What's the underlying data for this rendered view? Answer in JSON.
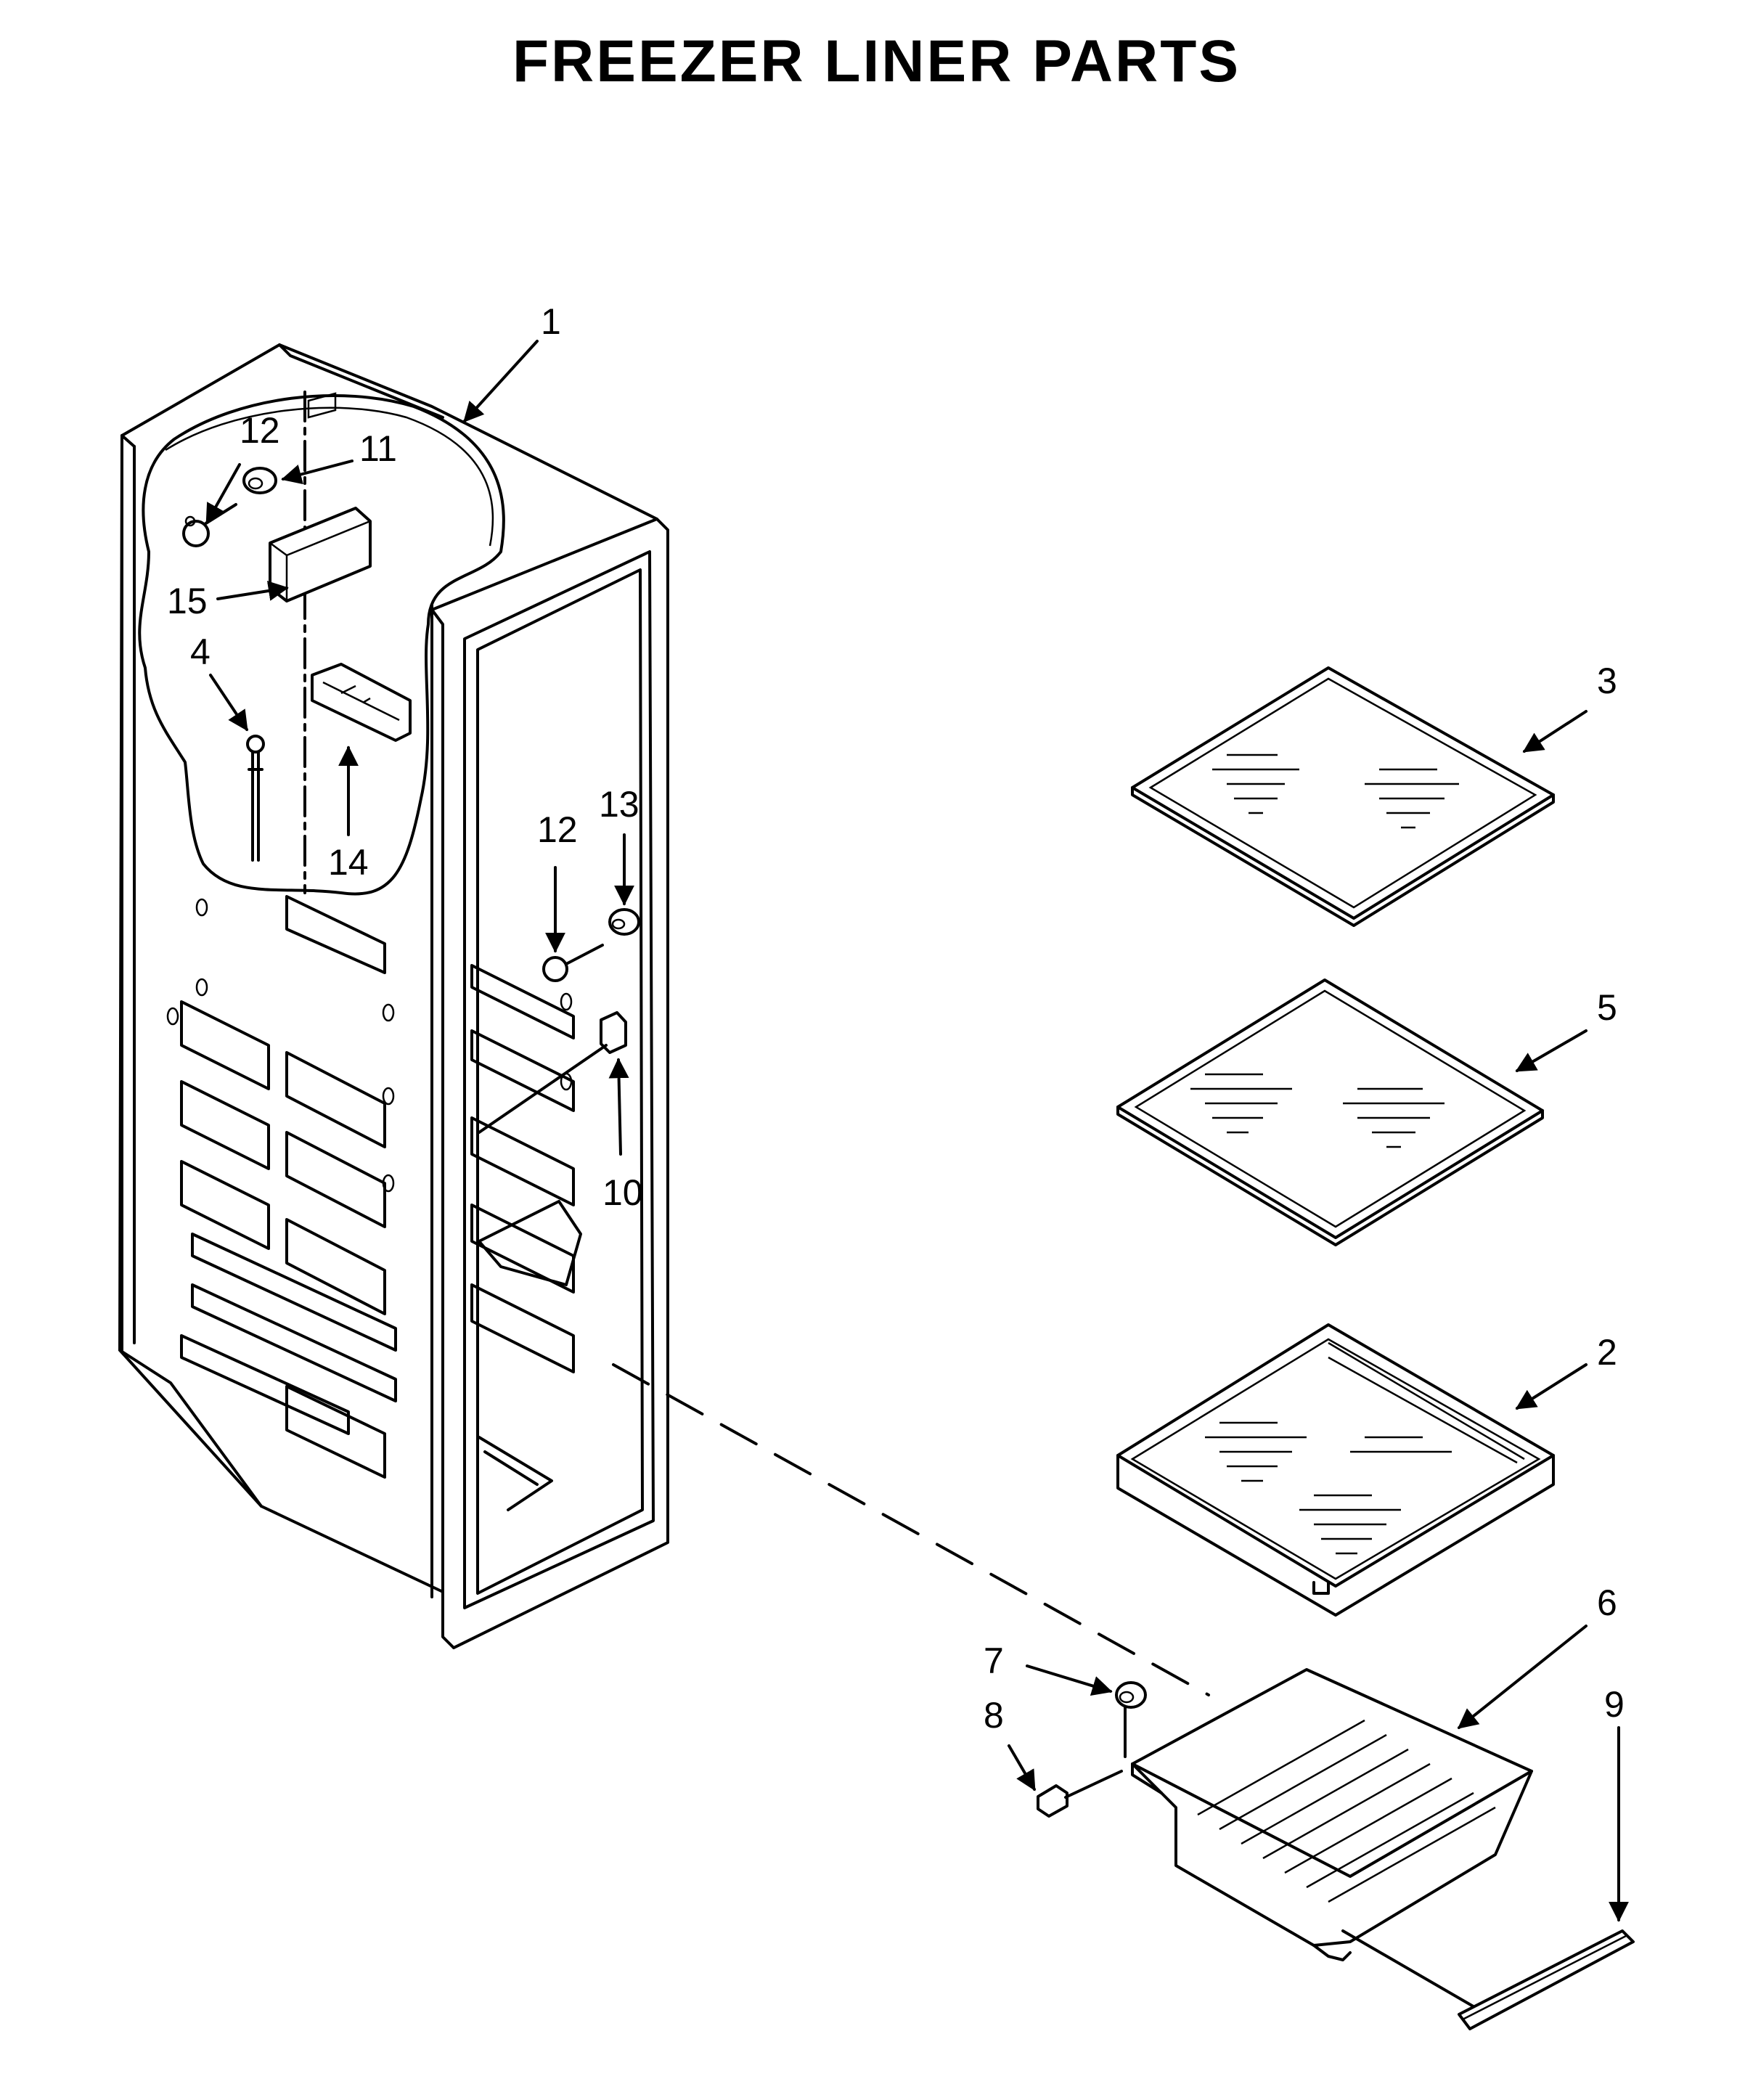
{
  "title": "FREEZER LINER PARTS",
  "callouts": [
    {
      "id": "c1",
      "label": "1"
    },
    {
      "id": "c2",
      "label": "2"
    },
    {
      "id": "c3",
      "label": "3"
    },
    {
      "id": "c4",
      "label": "4"
    },
    {
      "id": "c5",
      "label": "5"
    },
    {
      "id": "c6",
      "label": "6"
    },
    {
      "id": "c7",
      "label": "7"
    },
    {
      "id": "c8",
      "label": "8"
    },
    {
      "id": "c9",
      "label": "9"
    },
    {
      "id": "c10",
      "label": "10"
    },
    {
      "id": "c11",
      "label": "11"
    },
    {
      "id": "c12a",
      "label": "12"
    },
    {
      "id": "c12b",
      "label": "12"
    },
    {
      "id": "c13",
      "label": "13"
    },
    {
      "id": "c14",
      "label": "14"
    },
    {
      "id": "c15",
      "label": "15"
    }
  ]
}
